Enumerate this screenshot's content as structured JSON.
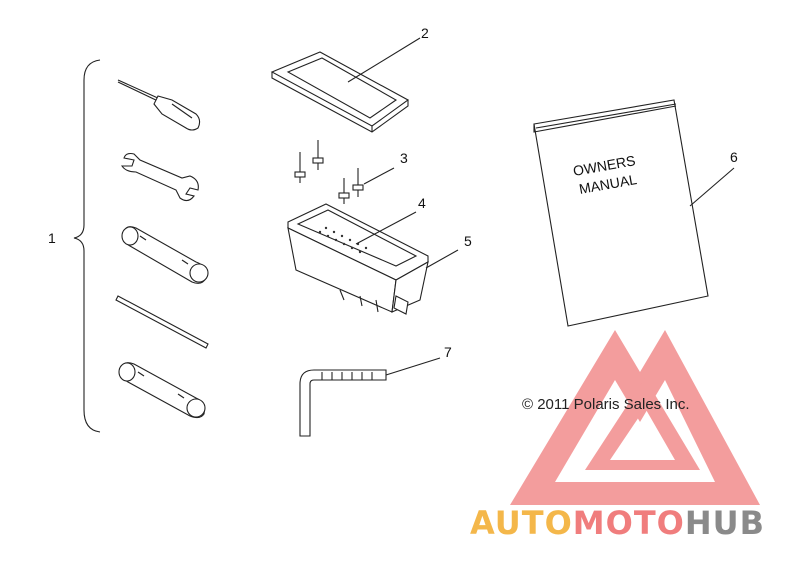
{
  "callouts": {
    "n1": "1",
    "n2": "2",
    "n3": "3",
    "n4": "4",
    "n5": "5",
    "n6": "6",
    "n7": "7"
  },
  "manual": {
    "line1": "OWNERS",
    "line2": "MANUAL"
  },
  "copyright": "© 2011 Polaris Sales Inc.",
  "watermark": {
    "part1": "AUTO",
    "part2": "MOTO",
    "part3": "HUB",
    "colors": {
      "auto": "#f4b74a",
      "moto": "#f07d7d",
      "hub": "#8a8a8a",
      "logo": "#f28c8c"
    }
  },
  "icons": [
    "screwdriver-icon",
    "wrench-icon",
    "socket-tube-icon",
    "tommy-bar-icon",
    "allen-key-icon",
    "triangle-logo-icon"
  ]
}
